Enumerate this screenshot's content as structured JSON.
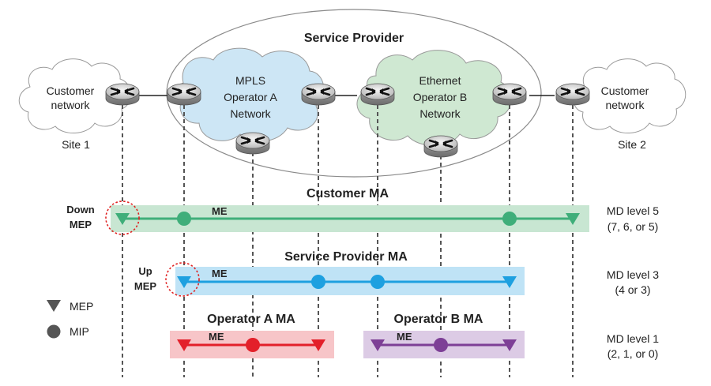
{
  "service_provider": "Service Provider",
  "clouds": {
    "customer_left": [
      "Customer",
      "network"
    ],
    "customer_right": [
      "Customer",
      "network"
    ],
    "mpls": [
      "MPLS",
      "Operator A",
      "Network"
    ],
    "ethernet": [
      "Ethernet",
      "Operator B",
      "Network"
    ]
  },
  "sites": {
    "left": "Site 1",
    "right": "Site 2"
  },
  "mas": {
    "customer": {
      "title": "Customer MA",
      "me": "ME",
      "md_level": "MD level 5",
      "md_values": "(7, 6, or 5)"
    },
    "provider": {
      "title": "Service Provider MA",
      "me": "ME",
      "md_level": "MD level 3",
      "md_values": "(4 or 3)"
    },
    "operator_a": {
      "title": "Operator A MA",
      "me": "ME"
    },
    "operator_b": {
      "title": "Operator B MA",
      "me": "ME"
    },
    "operators_md": {
      "md_level": "MD level 1",
      "md_values": "(2, 1, or 0)"
    }
  },
  "callouts": {
    "down_mep": [
      "Down",
      "MEP"
    ],
    "up_mep": [
      "Up",
      "MEP"
    ]
  },
  "legend": {
    "mep": "MEP",
    "mip": "MIP"
  },
  "colors": {
    "customer_band": "#c8e6d2",
    "customer_line": "#3fae7a",
    "provider_band": "#bfe3f6",
    "provider_line": "#1ea0e0",
    "opa_band": "#f7c5c8",
    "opa_line": "#e3202a",
    "opb_band": "#dccbe5",
    "opb_line": "#7d3f96",
    "mpls_cloud": "#cde6f5",
    "eth_cloud": "#cfe8d2",
    "callout": "#e02020"
  }
}
